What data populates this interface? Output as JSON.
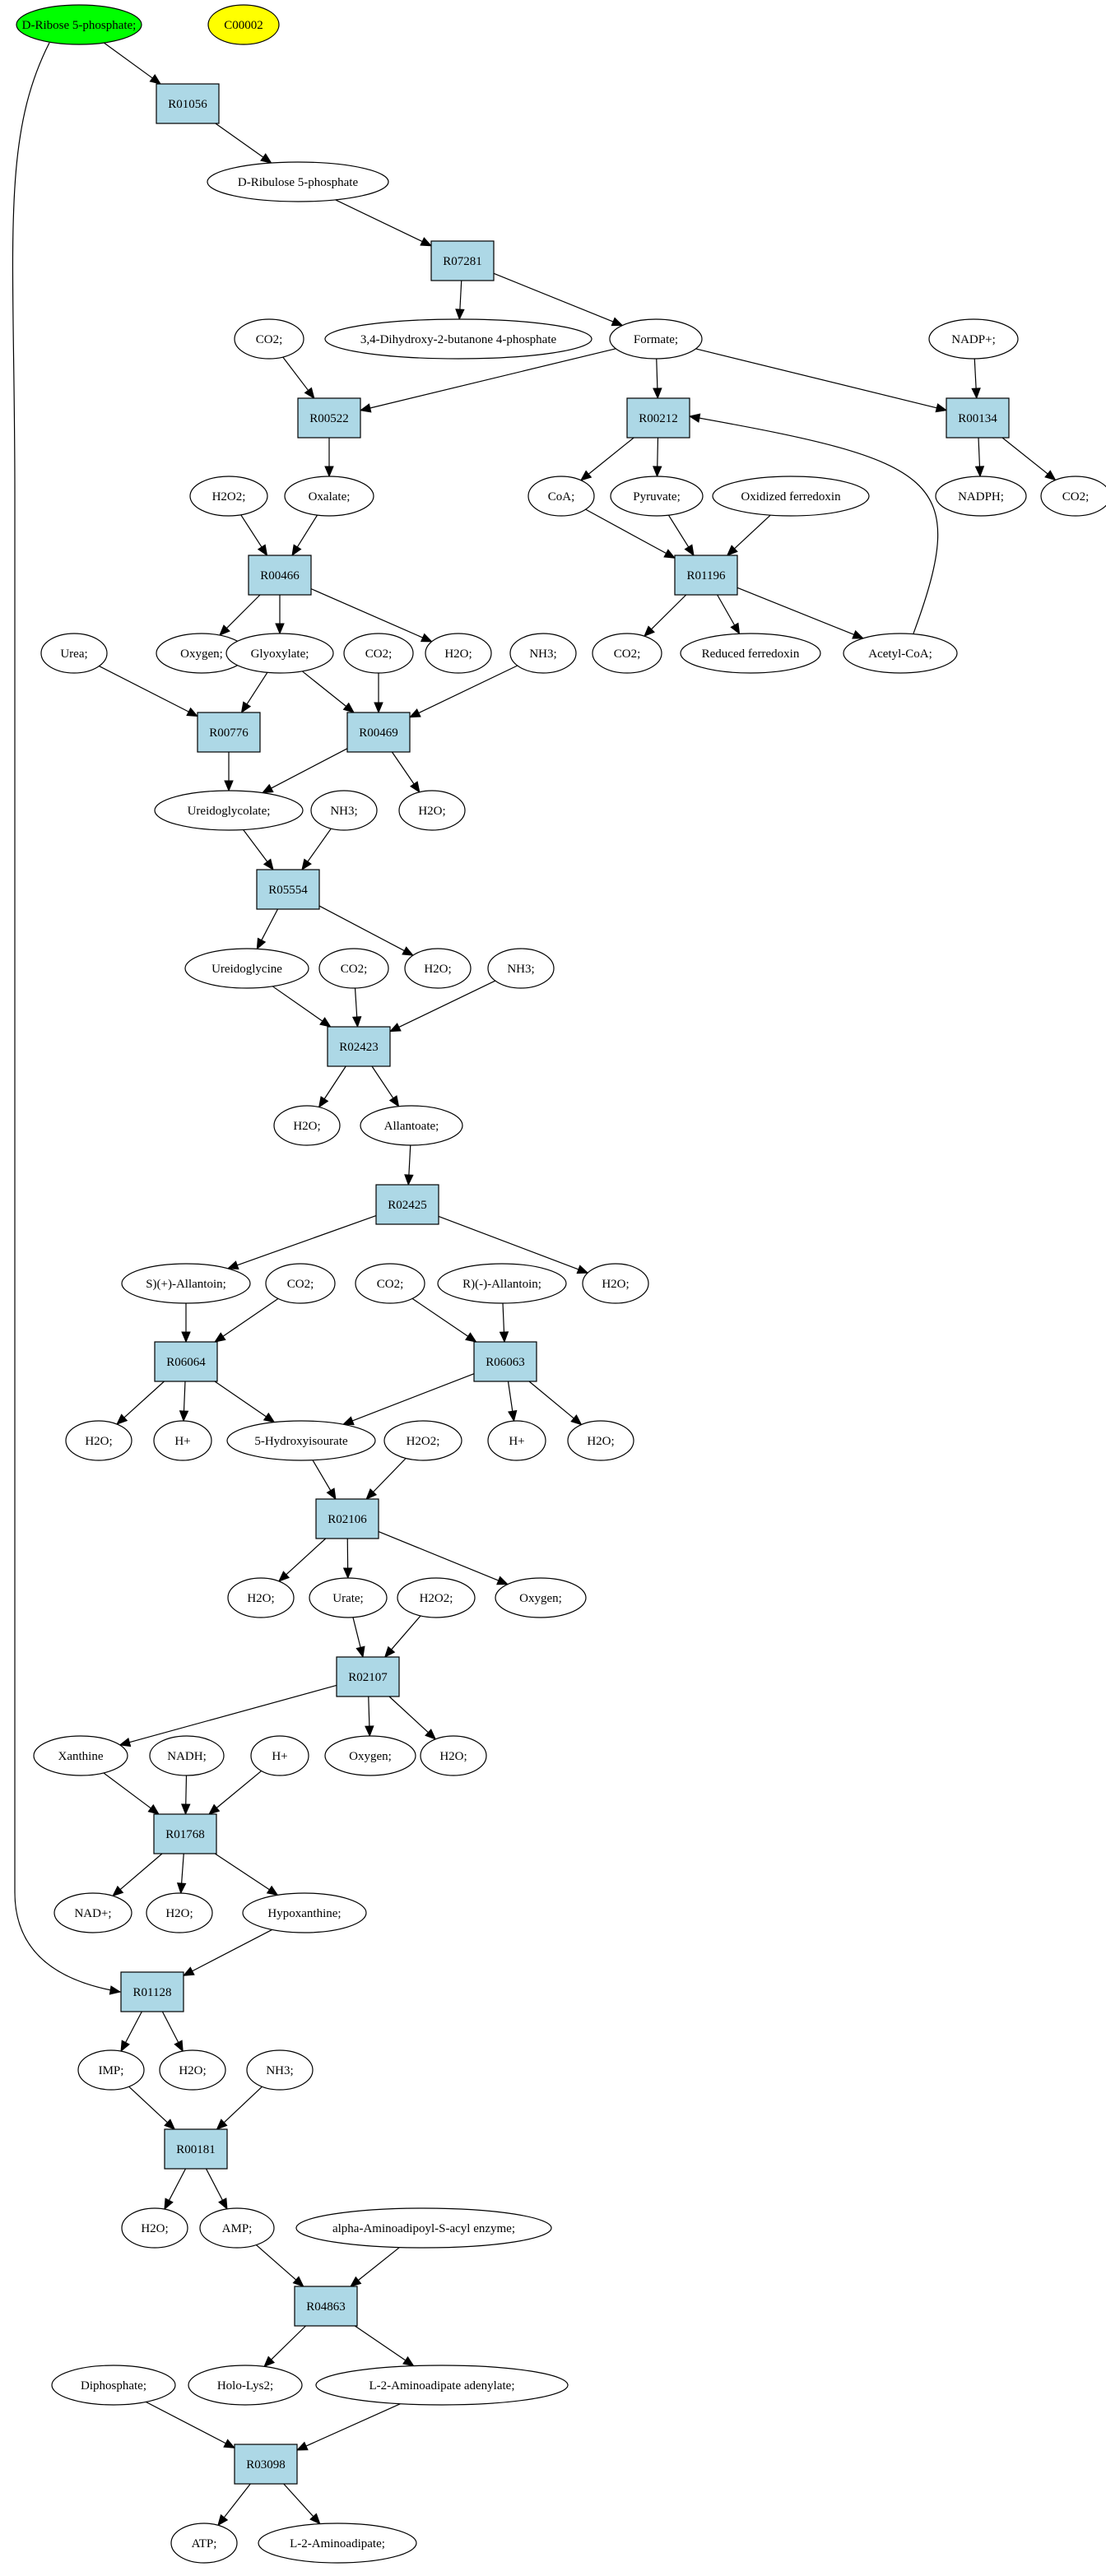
{
  "colors": {
    "reaction_fill": "#add8e6",
    "start_fill": "#00ff00",
    "highlight_fill": "#ffff00",
    "compound_fill": "#ffffff",
    "stroke": "#000000"
  },
  "reactions": {
    "R01056": "R01056",
    "R07281": "R07281",
    "R00522": "R00522",
    "R00212": "R00212",
    "R00134": "R00134",
    "R01196": "R01196",
    "R00466": "R00466",
    "R00776": "R00776",
    "R00469": "R00469",
    "R05554": "R05554",
    "R02423": "R02423",
    "R02425": "R02425",
    "R06064": "R06064",
    "R06063": "R06063",
    "R02106": "R02106",
    "R02107": "R02107",
    "R01768": "R01768",
    "R01128": "R01128",
    "R00181": "R00181",
    "R04863": "R04863",
    "R03098": "R03098"
  },
  "compounds": {
    "ribose5p": "D-Ribose 5-phosphate;",
    "c00002": "C00002",
    "ribulose5p": "D-Ribulose 5-phosphate",
    "dhbp": "3,4-Dihydroxy-2-butanone 4-phosphate",
    "formate": "Formate;",
    "co2_r00522": "CO2;",
    "nadp": "NADP+;",
    "oxalate": "Oxalate;",
    "h2o2_r00466": "H2O2;",
    "coa": "CoA;",
    "pyruvate": "Pyruvate;",
    "oxfd": "Oxidized ferredoxin",
    "nadph": "NADPH;",
    "co2_r00134": "CO2;",
    "oxygen_r00466": "Oxygen;",
    "glyoxylate": "Glyoxylate;",
    "h2o_r00466": "H2O;",
    "co2_r01196": "CO2;",
    "redfd": "Reduced ferredoxin",
    "acetylcoa": "Acetyl-CoA;",
    "urea": "Urea;",
    "co2_r00469": "CO2;",
    "nh3_r00469": "NH3;",
    "ureidoglycolate": "Ureidoglycolate;",
    "nh3_r05554": "NH3;",
    "h2o_r00469": "H2O;",
    "ureidoglycine": "Ureidoglycine",
    "co2_r02423": "CO2;",
    "h2o_r05554": "H2O;",
    "nh3_r02423": "NH3;",
    "h2o_r02423": "H2O;",
    "allantoate": "Allantoate;",
    "s_allantoin": "S)(+)-Allantoin;",
    "co2_r06064": "CO2;",
    "co2_r06063": "CO2;",
    "r_allantoin": "R)(-)-Allantoin;",
    "h2o_r02425": "H2O;",
    "h2o_r06064": "H2O;",
    "h_r06064": "H+",
    "hydroxyisourate": "5-Hydroxyisourate",
    "h2o2_r02106": "H2O2;",
    "h_r06063": "H+",
    "h2o_r06063": "H2O;",
    "h2o_r02106": "H2O;",
    "urate": "Urate;",
    "h2o2_r02107": "H2O2;",
    "oxygen_r02106": "Oxygen;",
    "xanthine": "Xanthine",
    "nadh": "NADH;",
    "h_r01768": "H+",
    "oxygen_r02107": "Oxygen;",
    "h2o_r02107": "H2O;",
    "nad": "NAD+;",
    "h2o_r01768": "H2O;",
    "hypoxanthine": "Hypoxanthine;",
    "imp": "IMP;",
    "h2o_r01128": "H2O;",
    "nh3_r00181": "NH3;",
    "h2o_r00181": "H2O;",
    "amp": "AMP;",
    "aaacyl": "alpha-Aminoadipoyl-S-acyl enzyme;",
    "diphosphate": "Diphosphate;",
    "holo_lys2": "Holo-Lys2;",
    "l2aa_adenylate": "L-2-Aminoadipate adenylate;",
    "atp": "ATP;",
    "l2aa": "L-2-Aminoadipate;"
  }
}
